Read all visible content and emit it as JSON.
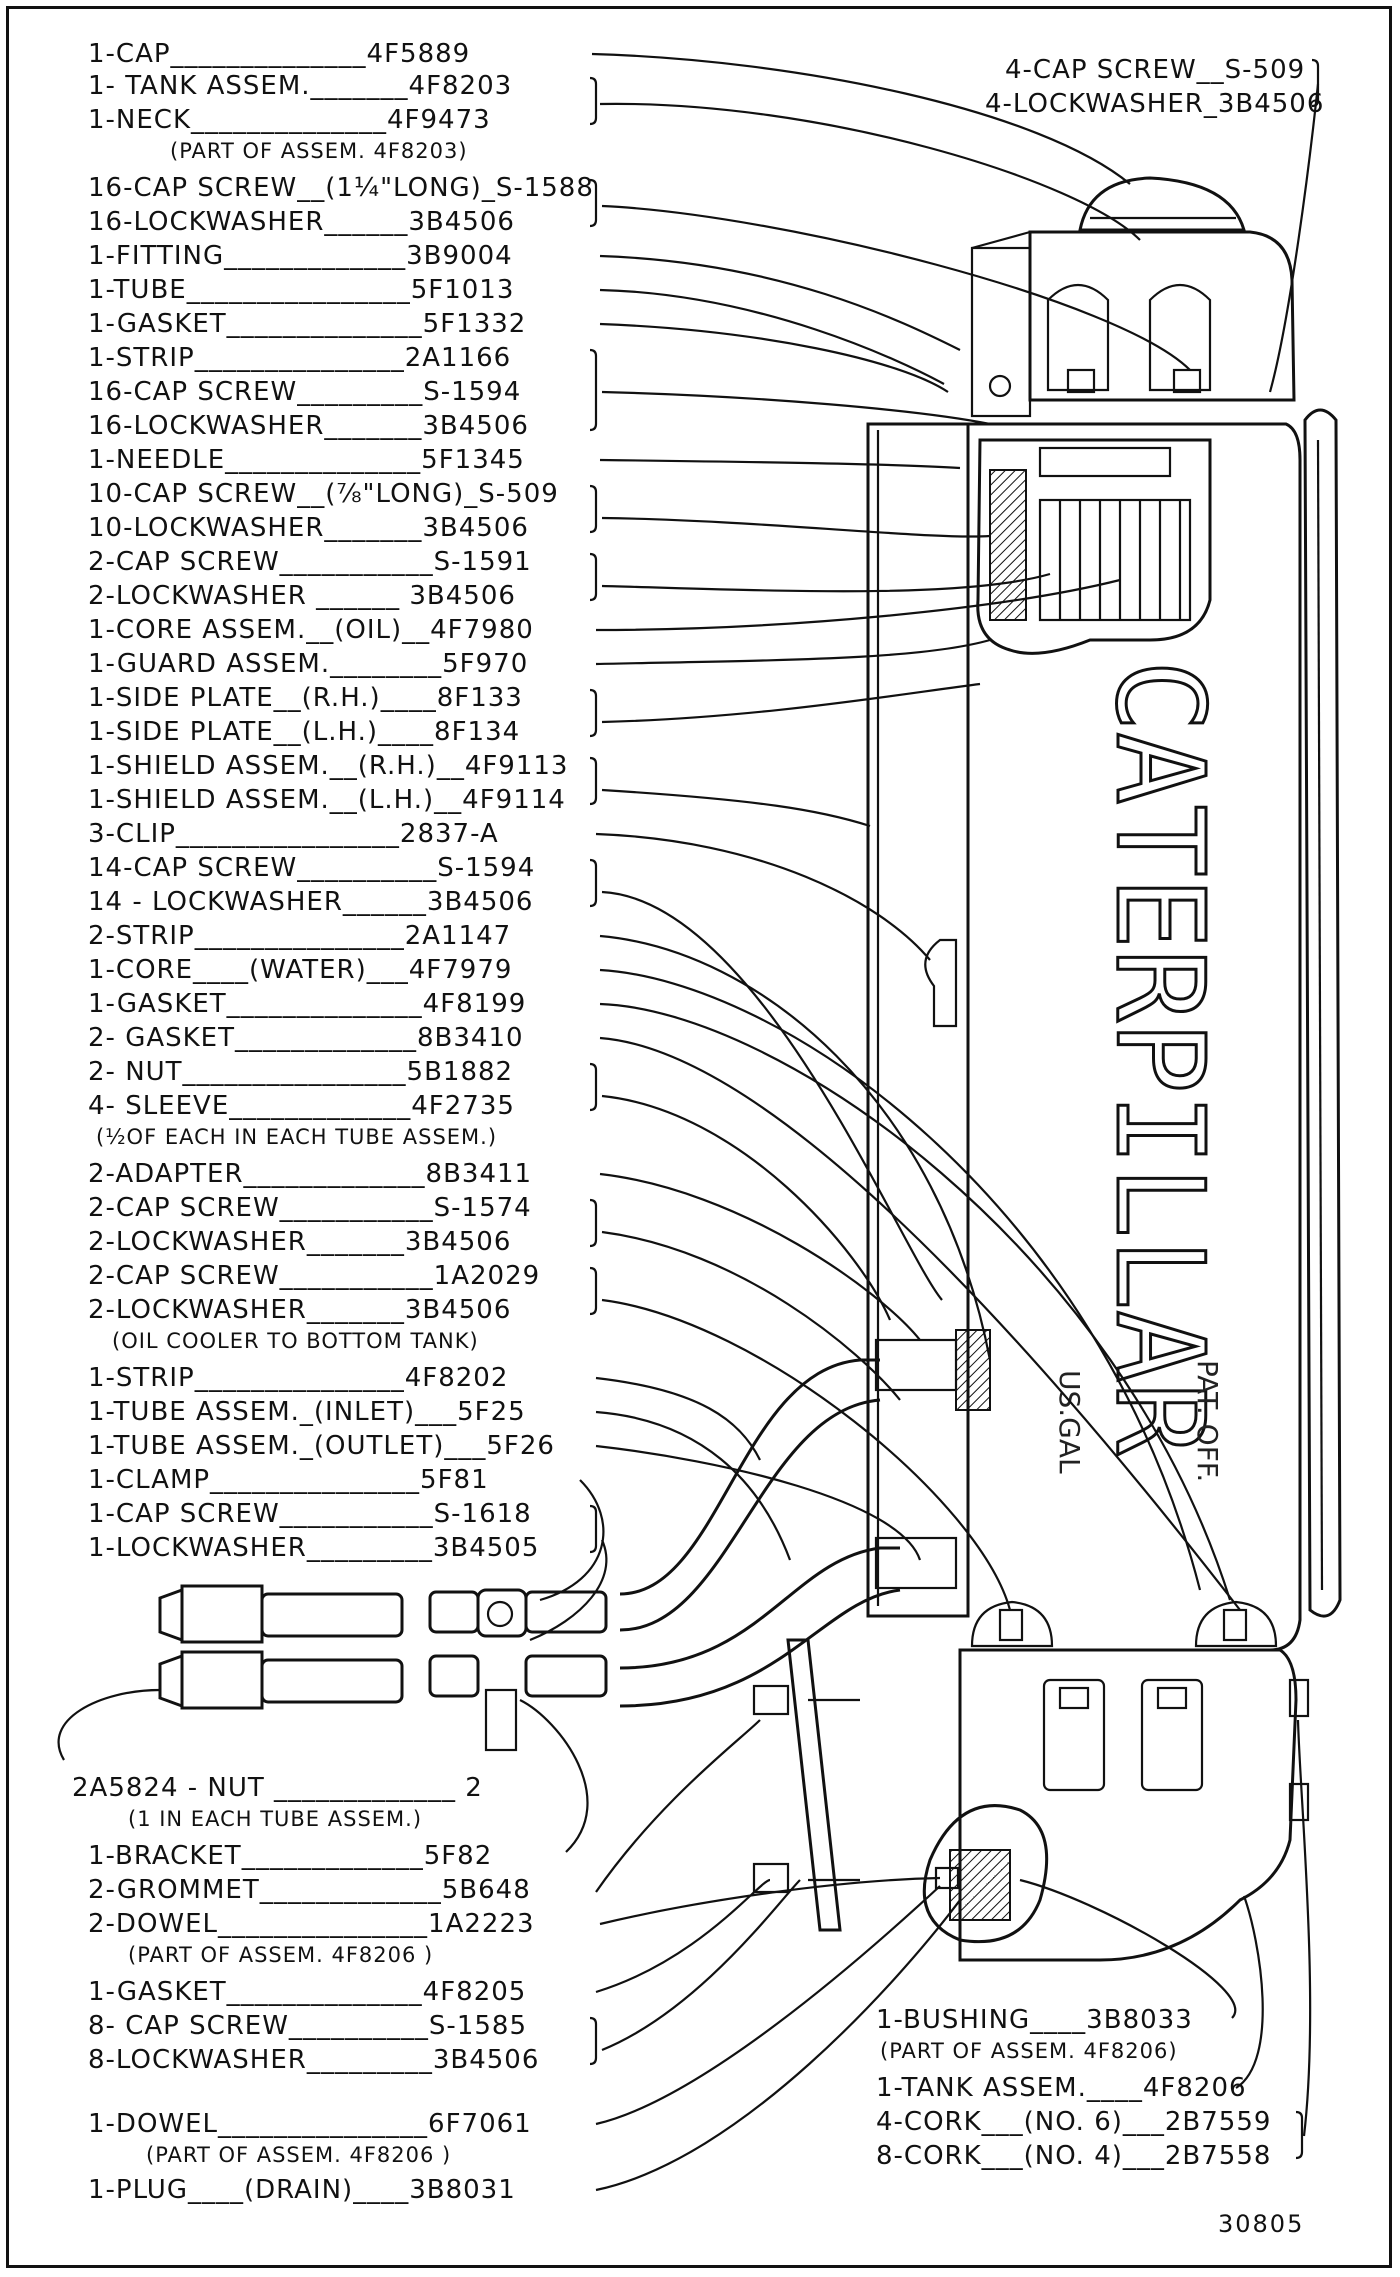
{
  "figure_number": "30805",
  "brand_lettering": "CATERPILLAR",
  "tank_markings": [
    "US.GAL",
    "PAT. OFF."
  ],
  "left_callouts": [
    {
      "lines": [
        "1-CAP______________4F5889"
      ]
    },
    {
      "lines": [
        "1- TANK ASSEM._______4F8203",
        "1-NECK______________4F9473"
      ],
      "note": "(PART OF ASSEM. 4F8203)"
    },
    {
      "lines": [
        "16-CAP SCREW__(1¼\"LONG)_S-1588",
        "16-LOCKWASHER______3B4506"
      ]
    },
    {
      "lines": [
        "1-FITTING_____________3B9004"
      ]
    },
    {
      "lines": [
        "1-TUBE________________5F1013"
      ]
    },
    {
      "lines": [
        "1-GASKET______________5F1332"
      ]
    },
    {
      "lines": [
        "1-STRIP_______________2A1166",
        "16-CAP SCREW_________S-1594",
        "16-LOCKWASHER_______3B4506"
      ]
    },
    {
      "lines": [
        "1-NEEDLE______________5F1345"
      ]
    },
    {
      "lines": [
        "10-CAP SCREW__(⅞\"LONG)_S-509",
        "10-LOCKWASHER_______3B4506"
      ]
    },
    {
      "lines": [
        "2-CAP SCREW___________S-1591",
        "2-LOCKWASHER ______ 3B4506"
      ]
    },
    {
      "lines": [
        "1-CORE ASSEM.__(OIL)__4F7980"
      ]
    },
    {
      "lines": [
        "1-GUARD ASSEM.________5F970"
      ]
    },
    {
      "lines": [
        "1-SIDE PLATE__(R.H.)____8F133",
        "1-SIDE PLATE__(L.H.)____8F134"
      ]
    },
    {
      "lines": [
        "1-SHIELD ASSEM.__(R.H.)__4F9113",
        "1-SHIELD ASSEM.__(L.H.)__4F9114"
      ]
    },
    {
      "lines": [
        "3-CLIP________________2837-A"
      ]
    },
    {
      "lines": [
        "14-CAP SCREW__________S-1594",
        "14 - LOCKWASHER______3B4506"
      ]
    },
    {
      "lines": [
        "2-STRIP_______________2A1147"
      ]
    },
    {
      "lines": [
        "1-CORE____(WATER)___4F7979"
      ]
    },
    {
      "lines": [
        "1-GASKET______________4F8199"
      ]
    },
    {
      "lines": [
        "2- GASKET_____________8B3410"
      ]
    },
    {
      "lines": [
        "2- NUT________________5B1882",
        "4- SLEEVE_____________4F2735"
      ],
      "note": "(½OF EACH IN EACH TUBE ASSEM.)"
    },
    {
      "lines": [
        "2-ADAPTER_____________8B3411"
      ]
    },
    {
      "lines": [
        "2-CAP SCREW___________S-1574",
        "2-LOCKWASHER_______3B4506"
      ]
    },
    {
      "lines": [
        "2-CAP SCREW___________1A2029",
        "2-LOCKWASHER_______3B4506"
      ],
      "note": "(OIL COOLER TO BOTTOM TANK)"
    },
    {
      "lines": [
        "1-STRIP_______________4F8202"
      ]
    },
    {
      "lines": [
        "1-TUBE ASSEM._(INLET)___5F25"
      ]
    },
    {
      "lines": [
        "1-TUBE ASSEM._(OUTLET)___5F26"
      ]
    },
    {
      "lines": [
        "1-CLAMP_______________5F81"
      ]
    },
    {
      "lines": [
        "1-CAP SCREW___________S-1618",
        "1-LOCKWASHER_________3B4505"
      ]
    },
    {
      "lines": [
        "2A5824 - NUT _____________ 2"
      ],
      "note": "(1 IN EACH TUBE ASSEM.)"
    },
    {
      "lines": [
        "1-BRACKET_____________5F82"
      ]
    },
    {
      "lines": [
        "2-GROMMET_____________5B648"
      ]
    },
    {
      "lines": [
        "2-DOWEL_______________1A2223"
      ],
      "note": "(PART OF ASSEM. 4F8206 )"
    },
    {
      "lines": [
        "1-GASKET______________4F8205"
      ]
    },
    {
      "lines": [
        "8- CAP SCREW__________S-1585",
        "8-LOCKWASHER_________3B4506"
      ]
    },
    {
      "lines": [
        "1-DOWEL_______________6F7061"
      ],
      "note": "(PART OF ASSEM. 4F8206 )"
    },
    {
      "lines": [
        "1-PLUG____(DRAIN)____3B8031"
      ]
    }
  ],
  "right_callouts": [
    {
      "lines": [
        "4-CAP SCREW__S-509",
        "4-LOCKWASHER_3B4506"
      ]
    },
    {
      "lines": [
        "1-BUSHING____3B8033"
      ],
      "note": "(PART OF ASSEM. 4F8206)"
    },
    {
      "lines": [
        "1-TANK ASSEM.____4F8206"
      ]
    },
    {
      "lines": [
        "4-CORK___(NO. 6)___2B7559",
        "8-CORK___(NO. 4)___2B7558"
      ]
    }
  ]
}
